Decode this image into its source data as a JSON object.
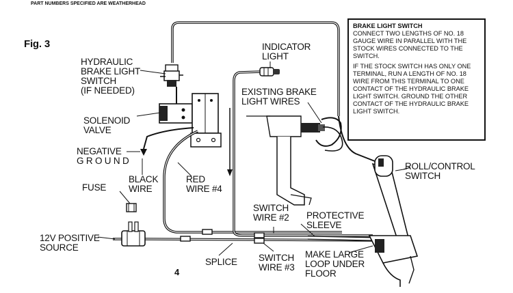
{
  "header": "PART NUMBERS SPECIFIED ARE WEATHERHEAD",
  "figure_label": "Fig. 3",
  "page_number": "4",
  "labels": {
    "hydraulic_switch": "HYDRAULIC\nBRAKE LIGHT\nSWITCH\n(IF NEEDED)",
    "solenoid_valve": "SOLENOID\nVALVE",
    "negative_ground": "NEGATIVE\nG R O U N D",
    "black_wire": "BLACK\nWIRE",
    "red_wire": "RED\nWIRE #4",
    "fuse": "FUSE",
    "source": "12V POSITIVE\nSOURCE",
    "indicator_light": "INDICATOR\nLIGHT",
    "existing_wires": "EXISTING BRAKE\nLIGHT WIRES",
    "roll_switch": "ROLL/CONTROL\nSWITCH",
    "switch_wire_2": "SWITCH\nWIRE #2",
    "protective_sleeve": "PROTECTIVE\nSLEEVE",
    "splice": "SPLICE",
    "switch_wire_3": "SWITCH\nWIRE #3",
    "make_loop": "MAKE LARGE\nLOOP UNDER\nFLOOR"
  },
  "note": {
    "title": "BRAKE LIGHT SWITCH",
    "para1": "CONNECT TWO LENGTHS OF NO. 18 GAUGE WIRE IN PARALLEL WITH THE STOCK WIRES CONNECTED TO THE SWITCH.",
    "para2": "IF THE STOCK SWITCH HAS ONLY ONE TERMINAL, RUN A LENGTH OF NO. 18 WIRE FROM THIS TERMINAL TO ONE CONTACT OF THE HYDRAULIC BRAKE LIGHT SWITCH. GROUND THE OTHER CONTACT OF THE HYDRAULIC BRAKE LIGHT SWITCH."
  }
}
